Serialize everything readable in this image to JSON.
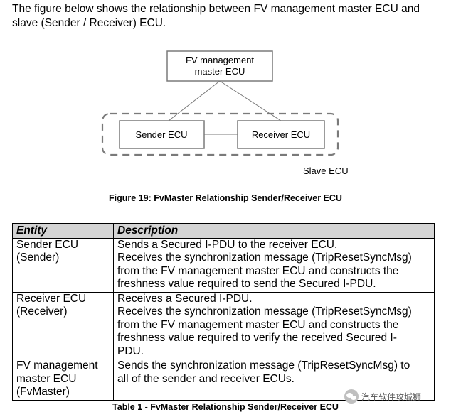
{
  "intro": {
    "line1": "The figure below shows the relationship between FV management master ECU and",
    "line2": "slave (Sender / Receiver) ECU."
  },
  "diagram": {
    "master_line1": "FV management",
    "master_line2": "master ECU",
    "sender": "Sender ECU",
    "receiver": "Receiver ECU",
    "slave_group": "Slave ECU"
  },
  "figure_caption": "Figure 19:  FvMaster Relationship Sender/Receiver ECU",
  "table": {
    "headers": [
      "Entity",
      "Description"
    ],
    "rows": [
      {
        "entity": [
          "Sender ECU",
          "(Sender)"
        ],
        "description": [
          "Sends a Secured I-PDU to the receiver ECU.",
          "Receives the synchronization message (TripResetSyncMsg)",
          "from the FV management master ECU and constructs the",
          "freshness value required to send the Secured I-PDU."
        ]
      },
      {
        "entity": [
          "Receiver ECU",
          "(Receiver)"
        ],
        "description": [
          "Receives a Secured I-PDU.",
          "Receives the synchronization message (TripResetSyncMsg)",
          "from the FV management master ECU and constructs the",
          "freshness value required to verify the received Secured I-",
          "PDU."
        ]
      },
      {
        "entity": [
          "FV management",
          "master ECU",
          "(FvMaster)"
        ],
        "description": [
          "Sends the synchronization message (TripResetSyncMsg) to",
          "all of the sender and receiver ECUs."
        ]
      }
    ]
  },
  "table_caption": "Table 1 - FvMaster Relationship Sender/Receiver ECU",
  "watermark": "汽车软件攻城狮"
}
